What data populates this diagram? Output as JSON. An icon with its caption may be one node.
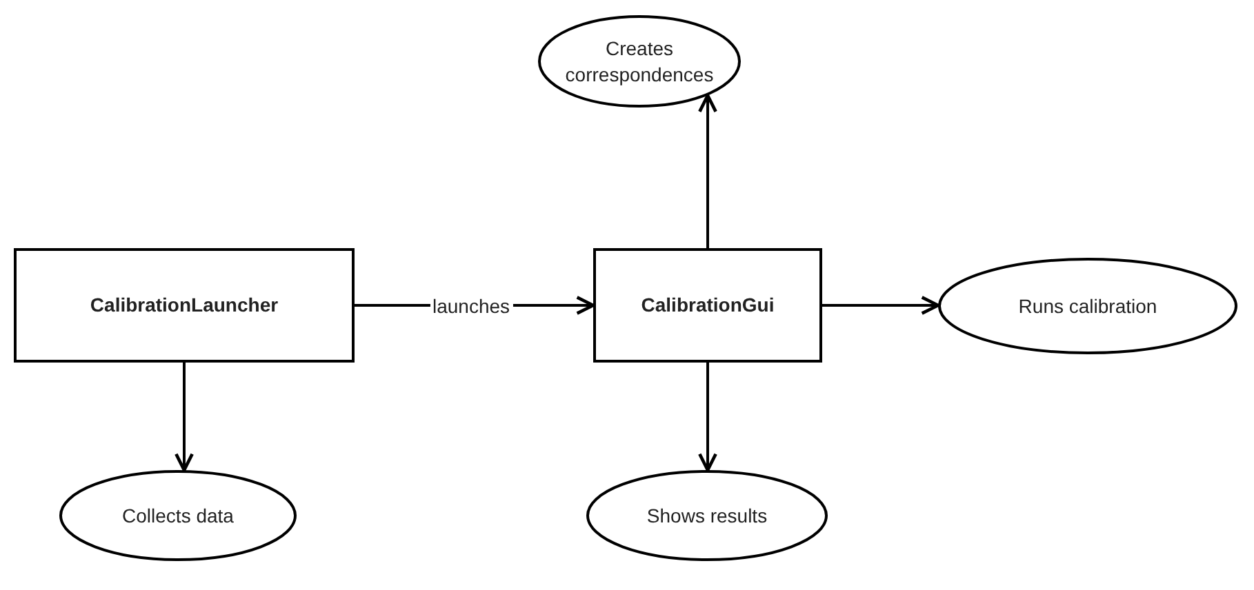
{
  "diagram": {
    "nodes": [
      {
        "text": [
          "CalibrationLauncher"
        ]
      },
      {
        "text": [
          "CalibrationGui"
        ]
      },
      {
        "text": [
          "Creates correspondences"
        ]
      },
      {
        "text": [
          "Runs calibration"
        ]
      },
      {
        "text": [
          "Collects data"
        ]
      },
      {
        "text": [
          "Shows results"
        ]
      }
    ],
    "edges": [
      {
        "from": 0,
        "to": 1,
        "arrow": "to",
        "label": "launches"
      },
      {
        "from": 0,
        "to": 4,
        "arrow": "to"
      },
      {
        "from": 1,
        "to": 2,
        "arrow": "to"
      },
      {
        "from": 1,
        "to": 3,
        "arrow": "to"
      },
      {
        "from": 1,
        "to": 5,
        "arrow": "to"
      }
    ]
  }
}
